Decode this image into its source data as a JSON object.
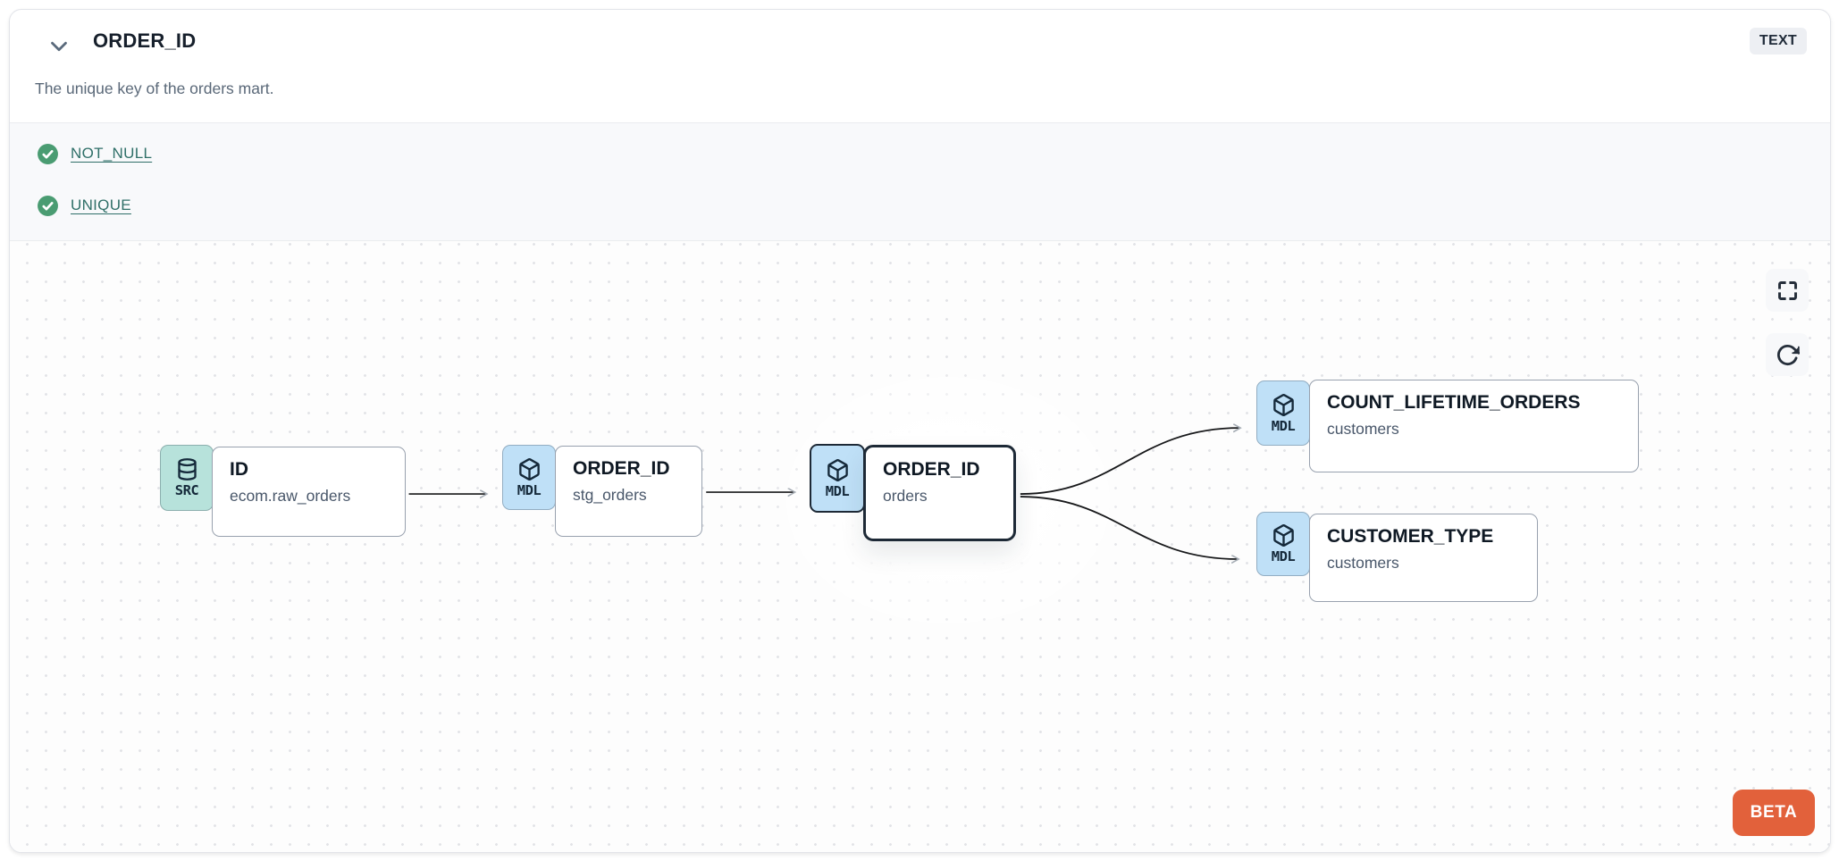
{
  "header": {
    "title": "ORDER_ID",
    "description": "The unique key of the orders mart.",
    "type_badge": "TEXT"
  },
  "tests": [
    {
      "label": "NOT_NULL",
      "status": "pass"
    },
    {
      "label": "UNIQUE",
      "status": "pass"
    }
  ],
  "lineage": {
    "nodes": [
      {
        "badge": "SRC",
        "icon": "database",
        "title": "ID",
        "subtitle": "ecom.raw_orders",
        "selected": false
      },
      {
        "badge": "MDL",
        "icon": "cube",
        "title": "ORDER_ID",
        "subtitle": "stg_orders",
        "selected": false
      },
      {
        "badge": "MDL",
        "icon": "cube",
        "title": "ORDER_ID",
        "subtitle": "orders",
        "selected": true
      },
      {
        "badge": "MDL",
        "icon": "cube",
        "title": "COUNT_LIFETIME_ORDERS",
        "subtitle": "customers",
        "selected": false
      },
      {
        "badge": "MDL",
        "icon": "cube",
        "title": "CUSTOMER_TYPE",
        "subtitle": "customers",
        "selected": false
      }
    ],
    "beta_label": "BETA"
  },
  "colors": {
    "accent_orange": "#e2613b",
    "check_green": "#4a9c72",
    "link_teal": "#2f6f68",
    "badge_src_bg": "#b7e2db",
    "badge_mdl_bg": "#bfe0f7",
    "selected_border": "#1d2936",
    "canvas_dot": "#e2e3e7"
  }
}
